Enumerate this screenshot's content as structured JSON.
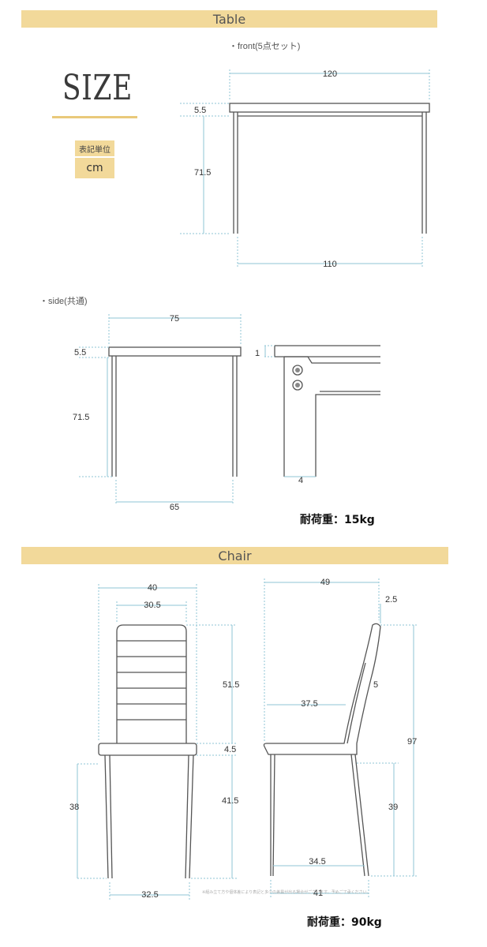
{
  "table_section": {
    "title": "Table",
    "size_title": "SIZE",
    "unit_label": "表記単位",
    "unit_value": "cm",
    "front_label": "・front(5点セット)",
    "side_label": "・side(共通)",
    "front": {
      "width_top": "120",
      "top_thickness": "5.5",
      "leg_height": "71.5",
      "width_bottom": "110"
    },
    "side": {
      "depth_top": "75",
      "top_thickness": "5.5",
      "leg_height": "71.5",
      "depth_bottom": "65"
    },
    "detail": {
      "top_edge": "1",
      "leg_width": "4"
    },
    "load": "耐荷重：15kg"
  },
  "chair_section": {
    "title": "Chair",
    "front": {
      "width_seat": "40",
      "width_back": "30.5",
      "back_height": "51.5",
      "seat_thickness": "4.5",
      "seat_height": "38",
      "leg_height": "41.5",
      "width_bottom": "32.5"
    },
    "side": {
      "depth_total": "49",
      "top_offset": "2.5",
      "back_thickness": "5",
      "seat_depth": "37.5",
      "total_height": "97",
      "seat_height": "39",
      "leg_span_inner": "34.5",
      "leg_span_outer": "41"
    },
    "note": "※組み立て方や個体差により表記と多少の差異が出る場合がございます。予めご了承ください。",
    "load": "耐荷重：90kg"
  },
  "colors": {
    "banner": "#f2d99a",
    "dimension_line": "#8fc6d6",
    "outline": "#555555"
  }
}
